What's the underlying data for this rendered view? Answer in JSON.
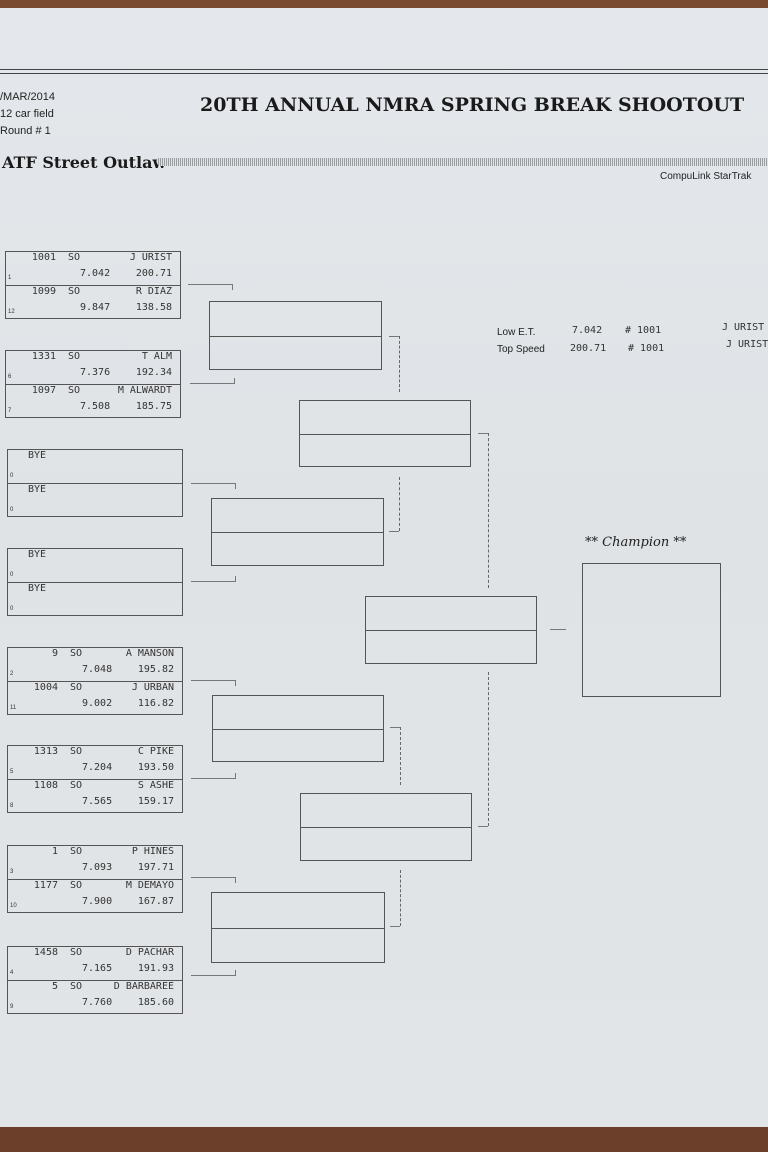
{
  "header": {
    "date": "/MAR/2014",
    "field": "12 car field",
    "round": "Round # 1",
    "title": "20TH ANNUAL NMRA SPRING BREAK SHOOTOUT",
    "class_name": "ATF Street Outlaw",
    "software": "CompuLink StarTrak"
  },
  "pairs": [
    {
      "top": {
        "num": "1001",
        "cls": "SO",
        "name": "J URIST",
        "seed": "1",
        "et": "7.042",
        "mph": "200.71"
      },
      "bottom": {
        "num": "1099",
        "cls": "SO",
        "name": "R DIAZ",
        "seed": "12",
        "et": "9.847",
        "mph": "138.58"
      }
    },
    {
      "top": {
        "num": "1331",
        "cls": "SO",
        "name": "T ALM",
        "seed": "6",
        "et": "7.376",
        "mph": "192.34"
      },
      "bottom": {
        "num": "1097",
        "cls": "SO",
        "name": "M ALWARDT",
        "seed": "7",
        "et": "7.508",
        "mph": "185.75"
      }
    },
    {
      "top": {
        "num": "",
        "cls": "",
        "name": "BYE",
        "seed": "0",
        "et": "",
        "mph": ""
      },
      "bottom": {
        "num": "",
        "cls": "",
        "name": "BYE",
        "seed": "0",
        "et": "",
        "mph": ""
      }
    },
    {
      "top": {
        "num": "",
        "cls": "",
        "name": "BYE",
        "seed": "0",
        "et": "",
        "mph": ""
      },
      "bottom": {
        "num": "",
        "cls": "",
        "name": "BYE",
        "seed": "0",
        "et": "",
        "mph": ""
      }
    },
    {
      "top": {
        "num": "9",
        "cls": "SO",
        "name": "A MANSON",
        "seed": "2",
        "et": "7.048",
        "mph": "195.82"
      },
      "bottom": {
        "num": "1004",
        "cls": "SO",
        "name": "J URBAN",
        "seed": "11",
        "et": "9.002",
        "mph": "116.82"
      }
    },
    {
      "top": {
        "num": "1313",
        "cls": "SO",
        "name": "C PIKE",
        "seed": "5",
        "et": "7.204",
        "mph": "193.50"
      },
      "bottom": {
        "num": "1108",
        "cls": "SO",
        "name": "S ASHE",
        "seed": "8",
        "et": "7.565",
        "mph": "159.17"
      }
    },
    {
      "top": {
        "num": "1",
        "cls": "SO",
        "name": "P HINES",
        "seed": "3",
        "et": "7.093",
        "mph": "197.71"
      },
      "bottom": {
        "num": "1177",
        "cls": "SO",
        "name": "M DEMAYO",
        "seed": "10",
        "et": "7.900",
        "mph": "167.87"
      }
    },
    {
      "top": {
        "num": "1458",
        "cls": "SO",
        "name": "D PACHAR",
        "seed": "4",
        "et": "7.165",
        "mph": "191.93"
      },
      "bottom": {
        "num": "5",
        "cls": "SO",
        "name": "D BARBAREE",
        "seed": "9",
        "et": "7.760",
        "mph": "185.60"
      }
    }
  ],
  "stats": {
    "low_et_label": "Low  E.T.",
    "low_et_value": "7.042",
    "low_et_car": "# 1001",
    "low_et_driver": "J URIST",
    "top_speed_label": "Top Speed",
    "top_speed_value": "200.71",
    "top_speed_car": "# 1001",
    "top_speed_driver": "J URIST"
  },
  "champion_label": "** Champion **"
}
